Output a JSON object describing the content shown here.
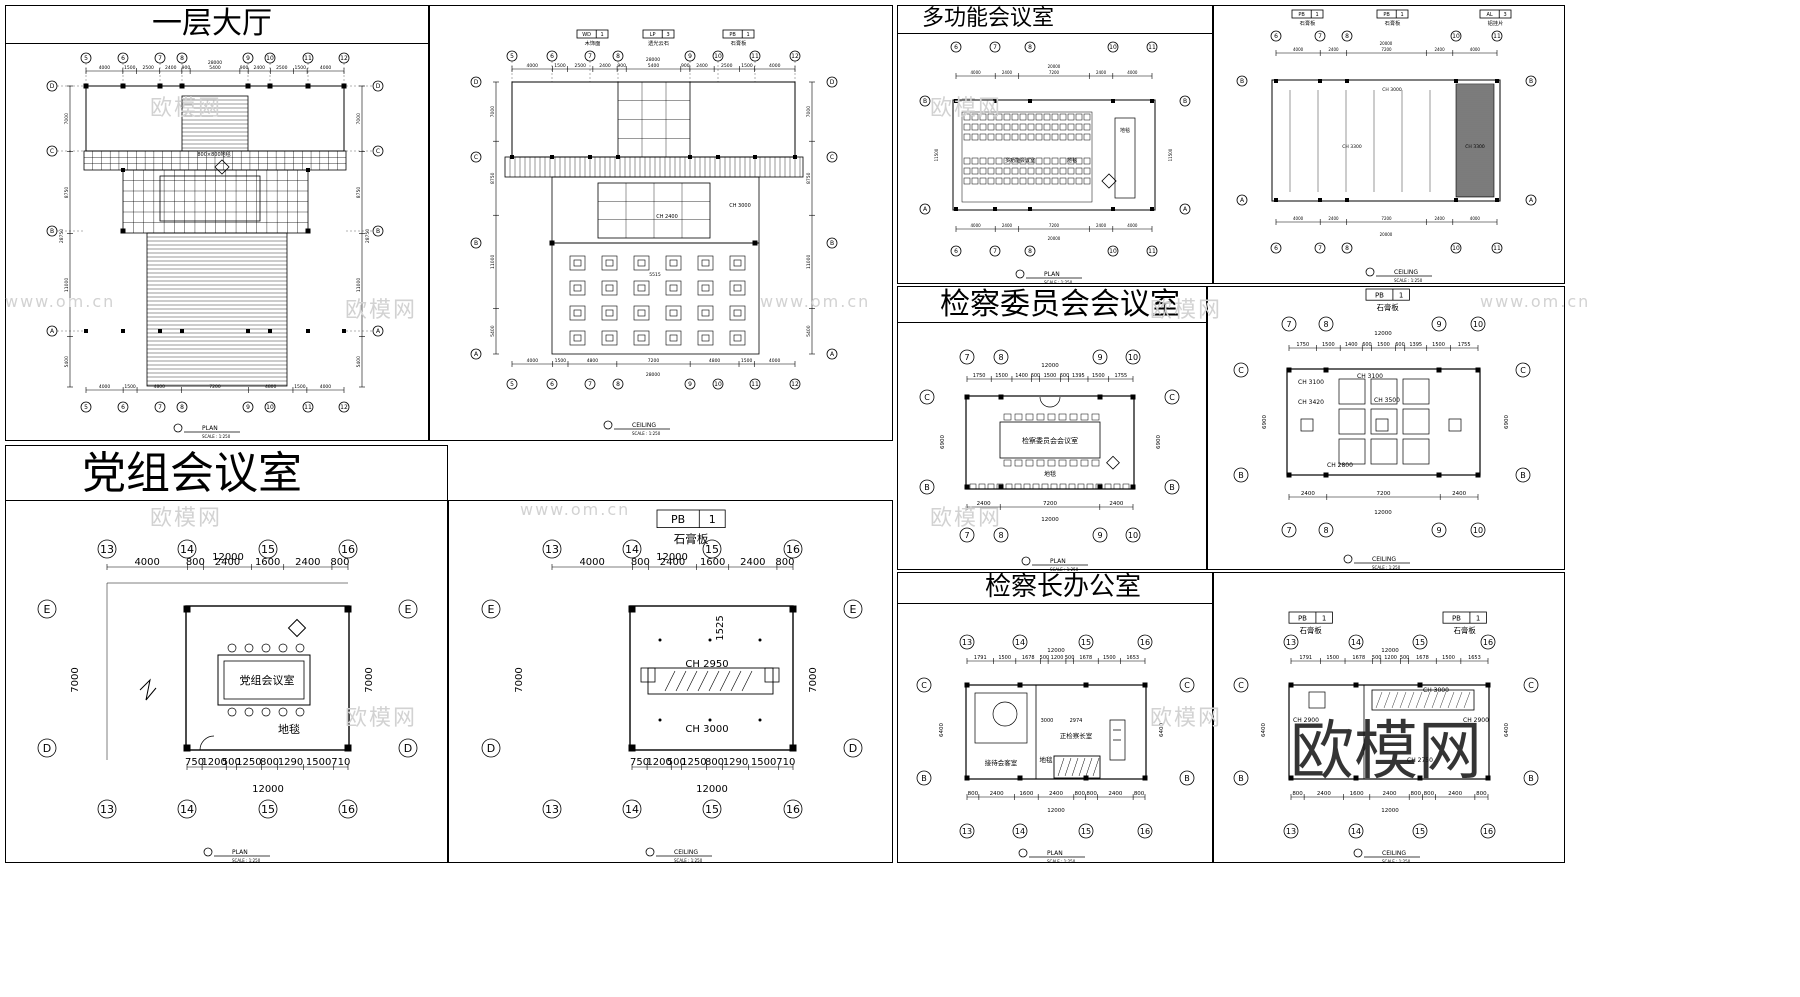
{
  "panels": {
    "lobby": {
      "title": "一层大厅",
      "plan_dims_top": [
        "4000",
        "1500",
        "2500",
        "2400",
        "900",
        "5400",
        "900",
        "2400",
        "2500",
        "1500",
        "4000"
      ],
      "plan_total": "28000",
      "plan_dims_bottom": [
        "4000",
        "1500",
        "4800",
        "7200",
        "4800",
        "1500",
        "4000"
      ],
      "plan_rows": [
        "7000",
        "8750",
        "11000",
        "5400"
      ],
      "plan_row_total": "28750",
      "plan_axes_x": [
        "5",
        "6",
        "7",
        "8",
        "9",
        "10",
        "11",
        "12"
      ],
      "plan_axes_y": [
        "D",
        "C",
        "B",
        "A"
      ],
      "plan_note": "800×800地毯",
      "ceiling_tags": [
        {
          "code": "WD",
          "num": "1",
          "label": "木饰面"
        },
        {
          "code": "LP",
          "num": "3",
          "label": "透光云石"
        },
        {
          "code": "PB",
          "num": "1",
          "label": "石膏板"
        }
      ],
      "ceiling_ch": [
        "CH 2400",
        "CH 3000"
      ],
      "ceiling_dim": "5515",
      "plan_caption": "PLAN",
      "ceiling_caption": "CEILING",
      "scale": "SCALE : 1:250"
    },
    "multi": {
      "title": "多功能会议室",
      "dims_top": [
        "4000",
        "2400",
        "7200",
        "2400",
        "4000"
      ],
      "total": "20000",
      "rows": [
        "11500"
      ],
      "axes_x": [
        "6",
        "7",
        "8",
        "10",
        "11"
      ],
      "axes_y": [
        "B",
        "A"
      ],
      "room_label": "多功能会议室",
      "carpet": "地毯",
      "ceiling_tags": [
        {
          "code": "PB",
          "num": "1",
          "label": "石膏板"
        },
        {
          "code": "PB",
          "num": "1",
          "label": "石膏板"
        },
        {
          "code": "AL",
          "num": "3",
          "label": "铝挂片"
        }
      ],
      "ceiling_ch": [
        "CH 3000",
        "CH 3300",
        "CH 3300"
      ],
      "plan_caption": "PLAN",
      "ceiling_caption": "CEILING",
      "scale": "SCALE : 1:250"
    },
    "party": {
      "title": "党组会议室",
      "dims_top": [
        "4000",
        "800",
        "2400",
        "1600",
        "2400",
        "800"
      ],
      "total": "12000",
      "dims_bottom": [
        "750",
        "1200",
        "500",
        "1250",
        "800",
        "1290",
        "1500",
        "710"
      ],
      "height": "7000",
      "axes_x": [
        "13",
        "14",
        "15",
        "16"
      ],
      "axes_y": [
        "E",
        "D"
      ],
      "room_label": "党组会议室",
      "carpet": "地毯",
      "ceiling_tag": {
        "code": "PB",
        "num": "1",
        "label": "石膏板"
      },
      "ceiling_ch": [
        "CH 2950",
        "CH 3000"
      ],
      "ceiling_dim": "1525",
      "plan_caption": "PLAN",
      "ceiling_caption": "CEILING",
      "scale": "SCALE : 1:250"
    },
    "inspection": {
      "title": "检察委员会会议室",
      "dims_top": [
        "1750",
        "1500",
        "1400",
        "600",
        "1500",
        "600",
        "1395",
        "1500",
        "1755"
      ],
      "dims_bottom": [
        "2400",
        "7200",
        "2400"
      ],
      "total": "12000",
      "height": "6900",
      "axes_x": [
        "7",
        "8",
        "9",
        "10"
      ],
      "axes_y": [
        "C",
        "B"
      ],
      "room_label": "检察委员会会议室",
      "carpet": "地毯",
      "ceiling_tag": {
        "code": "PB",
        "num": "1",
        "label": "石膏板"
      },
      "ceiling_ch": [
        "CH 3100",
        "CH 3100",
        "CH 3420",
        "CH 3500",
        "CH 2800"
      ],
      "plan_caption": "PLAN",
      "ceiling_caption": "CEILING",
      "scale": "SCALE : 1:250"
    },
    "chief": {
      "title": "检察长办公室",
      "dims_top": [
        "1791",
        "1500",
        "1678",
        "500",
        "1200",
        "500",
        "1678",
        "1500",
        "1653"
      ],
      "dims_bottom": [
        "800",
        "2400",
        "1600",
        "2400",
        "800",
        "800",
        "2400",
        "800"
      ],
      "total": "12000",
      "height": "6400",
      "axes_x": [
        "13",
        "14",
        "15",
        "16"
      ],
      "axes_y": [
        "C",
        "B"
      ],
      "labels": [
        "正检察长室",
        "接待会客室",
        "地毯"
      ],
      "inner_dims": [
        "3000",
        "2974"
      ],
      "ceiling_tags": [
        {
          "code": "PB",
          "num": "1",
          "label": "石膏板"
        },
        {
          "code": "PB",
          "num": "1",
          "label": "石膏板"
        }
      ],
      "ceiling_ch": [
        "CH 3000",
        "CH 2900",
        "CH 2900",
        "CH 2750"
      ],
      "plan_caption": "PLAN",
      "ceiling_caption": "CEILING",
      "scale": "SCALE : 1:250"
    }
  },
  "watermark": {
    "text": "欧模网",
    "url": "www.om.cn",
    "big": "欧模网"
  }
}
